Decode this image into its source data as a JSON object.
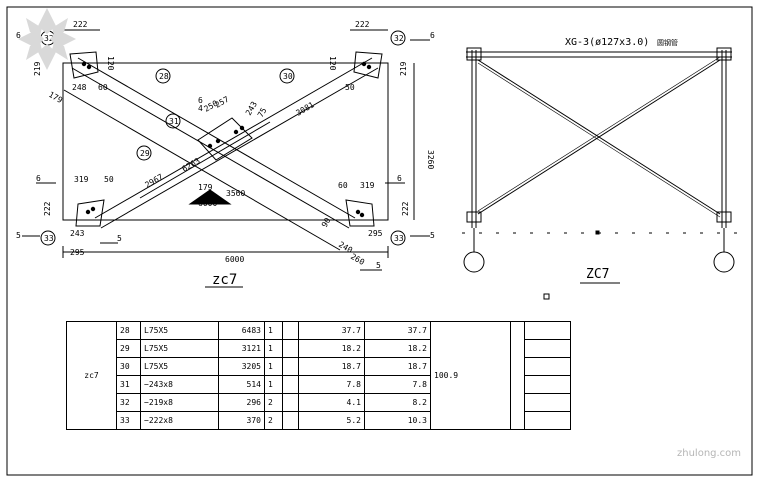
{
  "left_drawing": {
    "title": "zc7",
    "dims_top": [
      "222",
      "222"
    ],
    "width_total": "6000",
    "height_total": "3260",
    "member_marks": [
      "28",
      "29",
      "30",
      "31"
    ],
    "plate_marks": [
      "32",
      "32",
      "33",
      "33"
    ],
    "section_marks": [
      "6",
      "6",
      "6",
      "6",
      "5",
      "5",
      "5",
      "5"
    ],
    "dimension_labels": [
      "219",
      "219",
      "222",
      "222",
      "120",
      "120",
      "248",
      "60",
      "50",
      "179",
      "319",
      "319",
      "50",
      "60",
      "243",
      "295",
      "295",
      "240",
      "260",
      "3081",
      "2967",
      "6263",
      "3560",
      "6000",
      "179",
      "250",
      "257",
      "243",
      "75",
      "90"
    ],
    "note_fraction_num": "6",
    "note_fraction_den": "4"
  },
  "right_drawing": {
    "header": "XG-3(ø127x3.0)",
    "header_note": "圆钢管",
    "title": "ZC7"
  },
  "table": {
    "group_label": "zc7",
    "total": "100.9",
    "rows": [
      {
        "no": "28",
        "spec": "L75X5",
        "length": "6483",
        "qty": "1",
        "unit_wt": "37.7",
        "total_wt": "37.7"
      },
      {
        "no": "29",
        "spec": "L75X5",
        "length": "3121",
        "qty": "1",
        "unit_wt": "18.2",
        "total_wt": "18.2"
      },
      {
        "no": "30",
        "spec": "L75X5",
        "length": "3205",
        "qty": "1",
        "unit_wt": "18.7",
        "total_wt": "18.7"
      },
      {
        "no": "31",
        "spec": "−243x8",
        "length": "514",
        "qty": "1",
        "unit_wt": "7.8",
        "total_wt": "7.8"
      },
      {
        "no": "32",
        "spec": "−219x8",
        "length": "296",
        "qty": "2",
        "unit_wt": "4.1",
        "total_wt": "8.2"
      },
      {
        "no": "33",
        "spec": "−222x8",
        "length": "370",
        "qty": "2",
        "unit_wt": "5.2",
        "total_wt": "10.3"
      }
    ]
  },
  "watermark": "zhulong.com"
}
